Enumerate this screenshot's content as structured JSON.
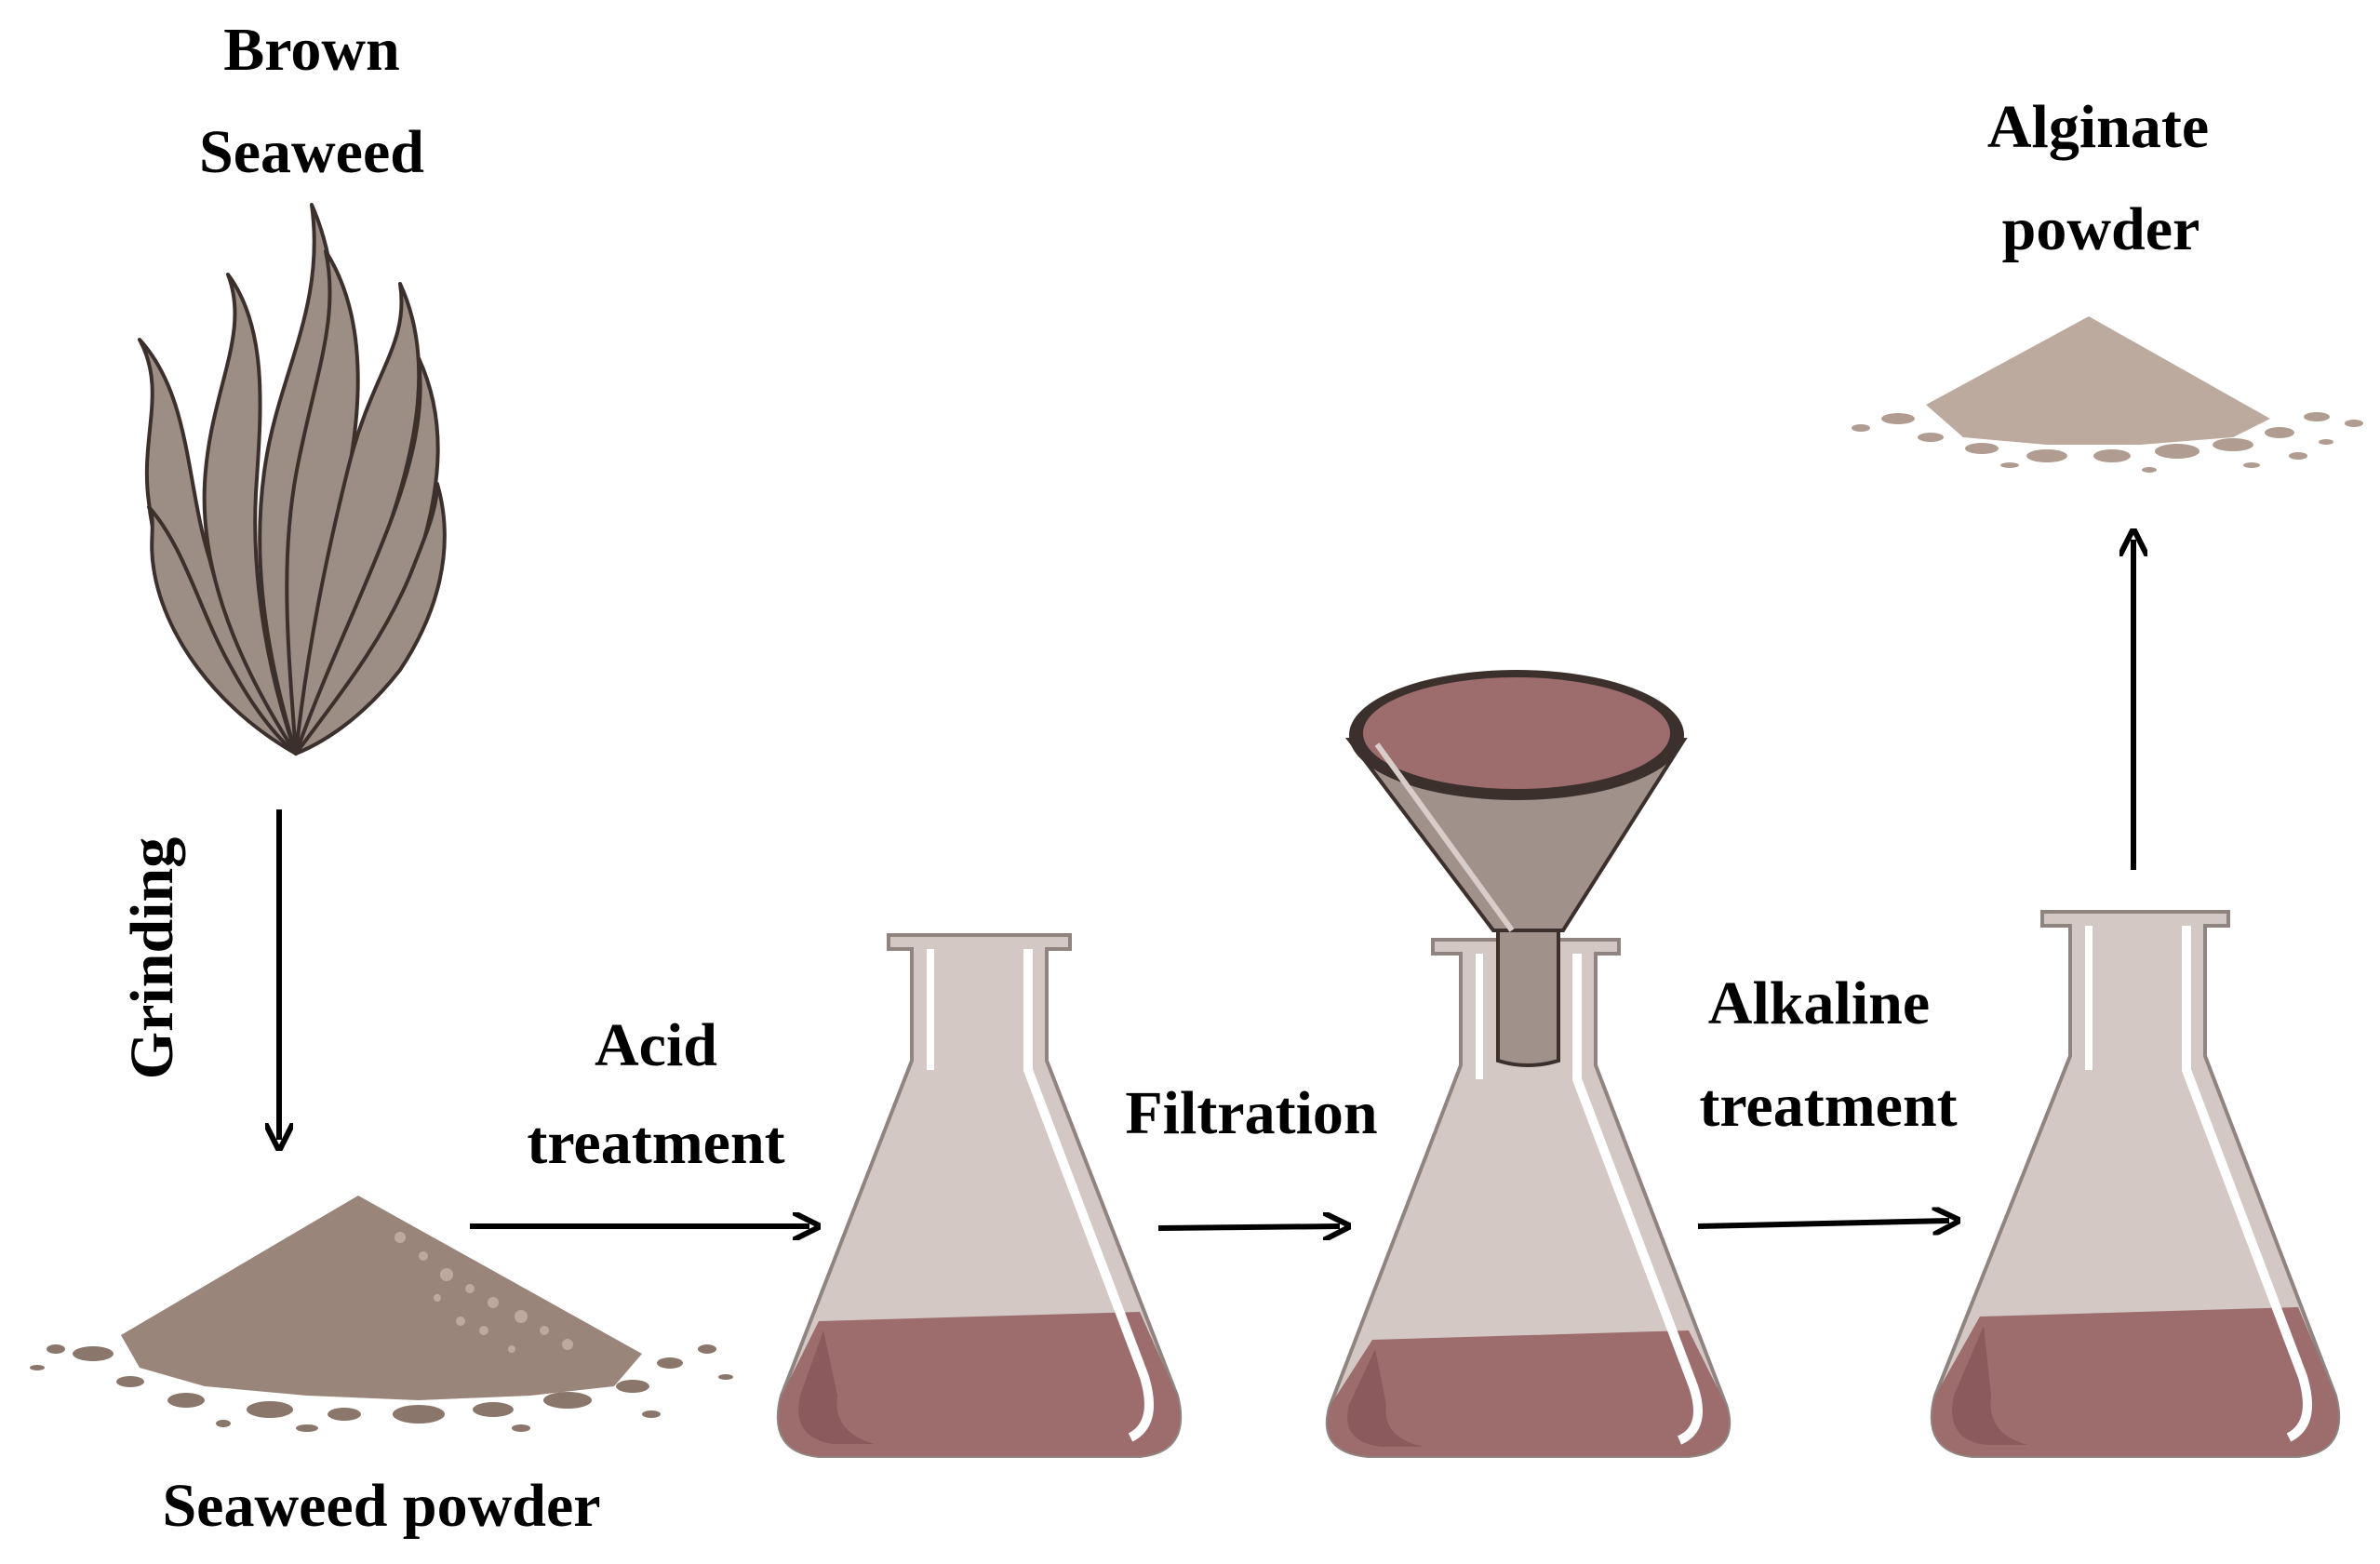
{
  "labels": {
    "brown_seaweed_line1": "Brown",
    "brown_seaweed_line2": "Seaweed",
    "grinding": "Grinding",
    "seaweed_powder": "Seaweed powder",
    "acid_line1": "Acid",
    "acid_line2": "treatment",
    "filtration": "Filtration",
    "alkaline_line1": "Alkaline",
    "alkaline_line2": "treatment",
    "alginate_line1": "Alginate",
    "alginate_line2": "powder"
  },
  "colors": {
    "seaweed": "#9c8d85",
    "powder": "#9a857a",
    "powder_light": "#bcaa9e",
    "liquid": "#9d6c6d",
    "liquid_dark": "#8a5a5c",
    "glass": "#d3c8c3",
    "glass_edge": "#8f8480",
    "funnel": "#a0918a",
    "outline": "#3b302c"
  },
  "icons": [
    "seaweed-icon",
    "powder-pile-icon",
    "flask-icon",
    "funnel-icon",
    "arrow-icon"
  ]
}
